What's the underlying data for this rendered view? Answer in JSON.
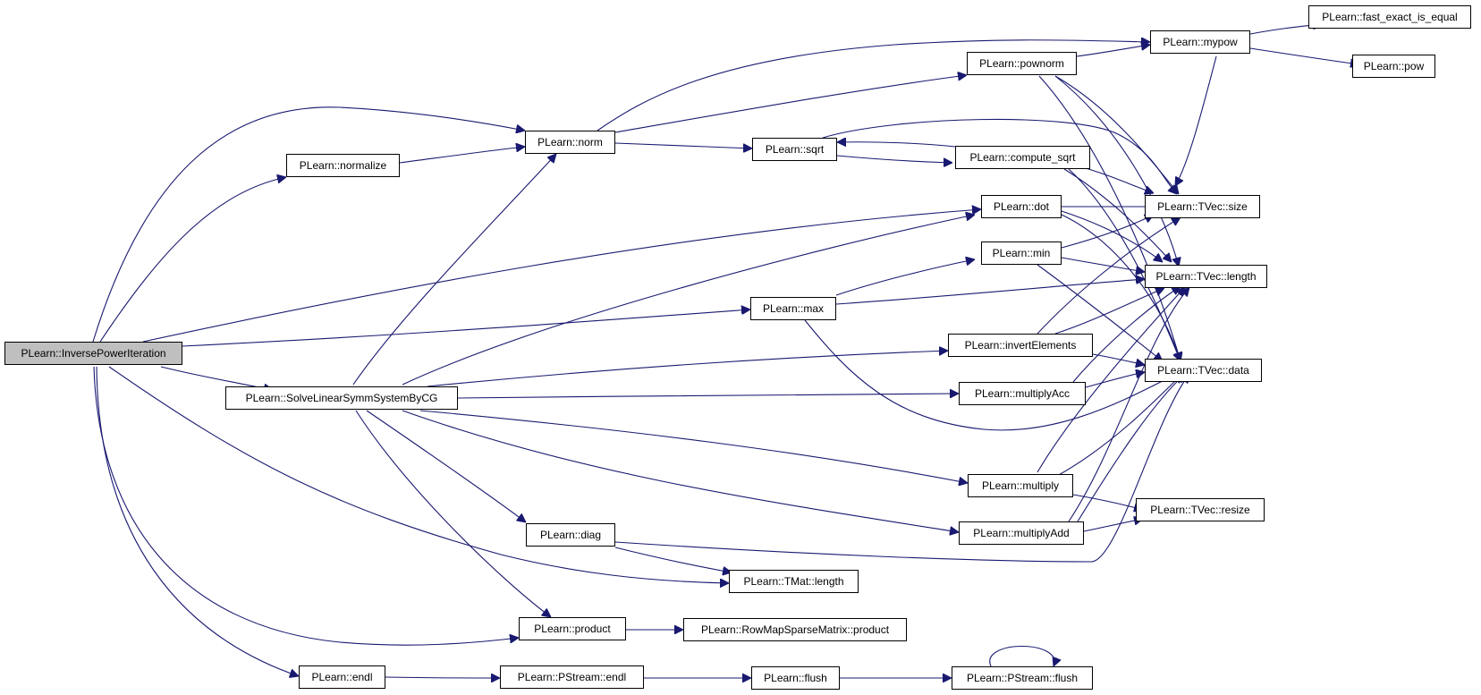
{
  "colors": {
    "edge": "#191970",
    "root_fill": "#bfbfbf",
    "node_fill": "#ffffff",
    "border": "#000000"
  },
  "nodes": {
    "inverse_power_iteration": "PLearn::InversePowerIteration",
    "normalize": "PLearn::normalize",
    "norm": "PLearn::norm",
    "sqrt": "PLearn::sqrt",
    "compute_sqrt": "PLearn::compute_sqrt",
    "pownorm": "PLearn::pownorm",
    "mypow": "PLearn::mypow",
    "fast_exact_is_equal": "PLearn::fast_exact_is_equal",
    "pow": "PLearn::pow",
    "dot": "PLearn::dot",
    "min": "PLearn::min",
    "max": "PLearn::max",
    "tvec_size": "PLearn::TVec::size",
    "tvec_length": "PLearn::TVec::length",
    "tvec_data": "PLearn::TVec::data",
    "tvec_resize": "PLearn::TVec::resize",
    "solve_cg": "PLearn::SolveLinearSymmSystemByCG",
    "invert_elements": "PLearn::invertElements",
    "multiply_acc": "PLearn::multiplyAcc",
    "multiply": "PLearn::multiply",
    "multiply_add": "PLearn::multiplyAdd",
    "diag": "PLearn::diag",
    "tmat_length": "PLearn::TMat::length",
    "product": "PLearn::product",
    "rowmap_product": "PLearn::RowMapSparseMatrix::product",
    "endl": "PLearn::endl",
    "pstream_endl": "PLearn::PStream::endl",
    "flush": "PLearn::flush",
    "pstream_flush": "PLearn::PStream::flush"
  }
}
